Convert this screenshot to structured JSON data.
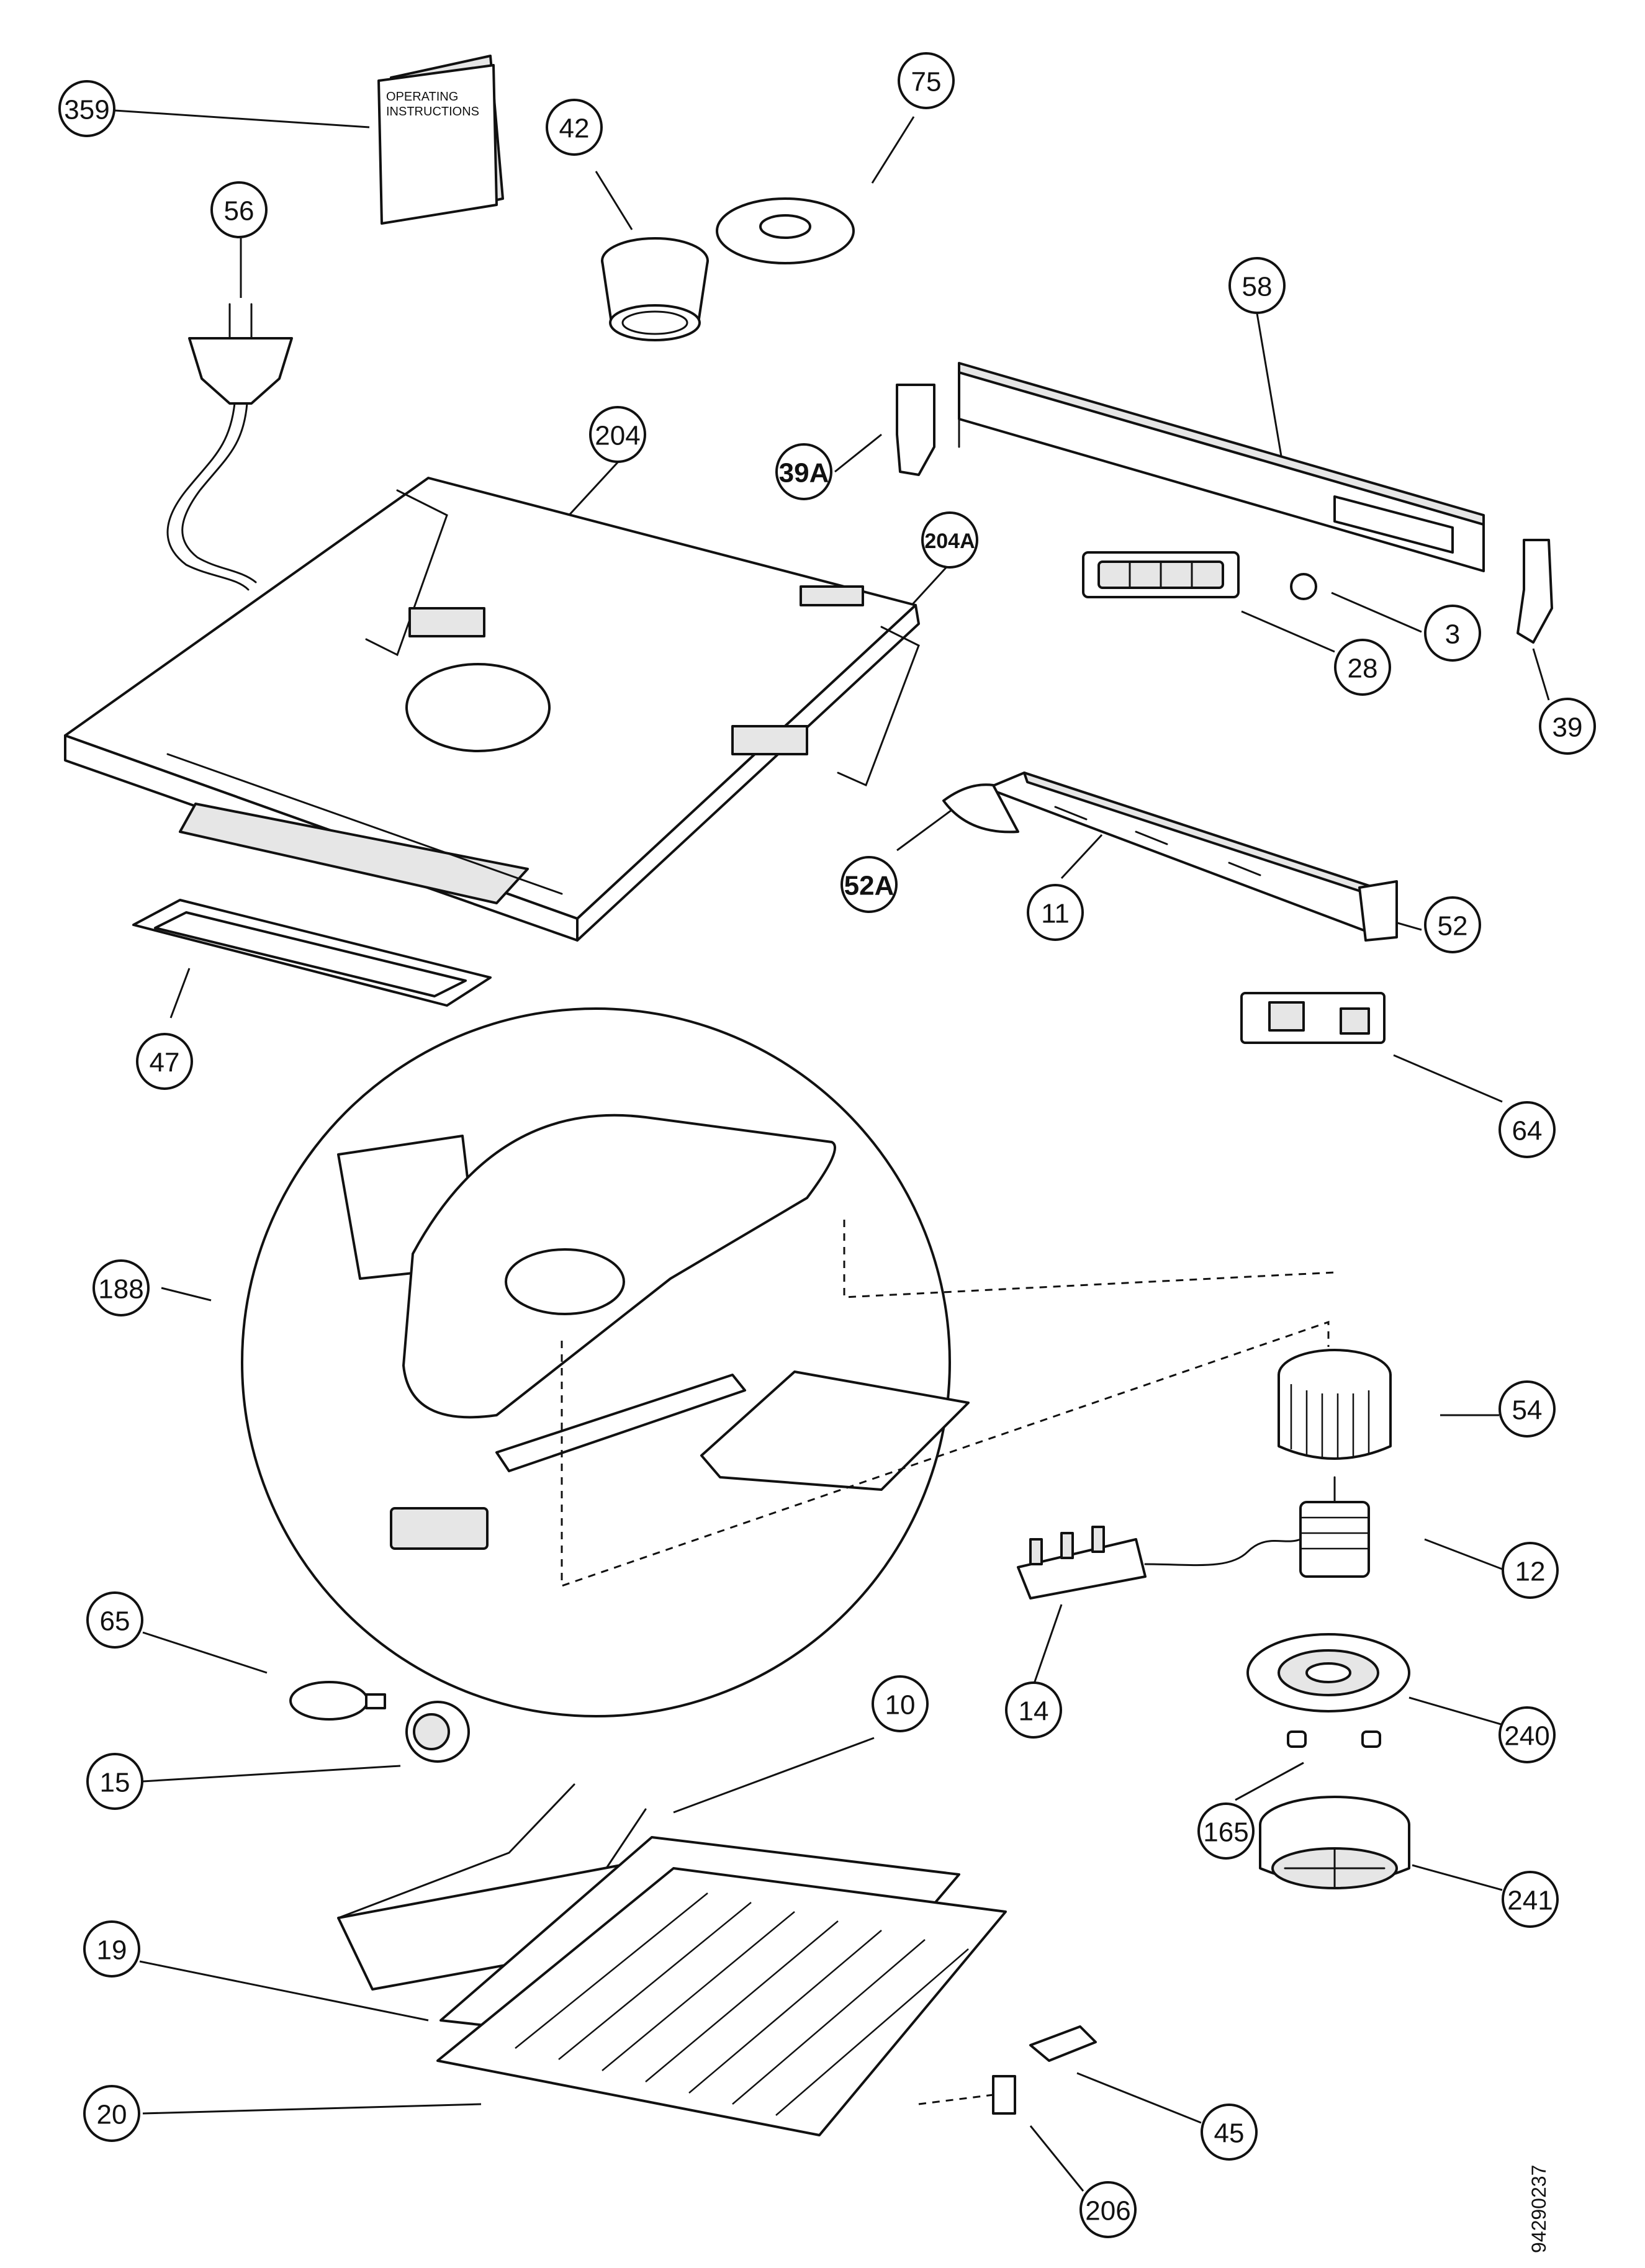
{
  "diagram": {
    "manual_text": [
      "OPERATING",
      "INSTRUCTIONS"
    ],
    "document_number": "94290237"
  },
  "callouts": [
    {
      "label": "359",
      "name": "callout-359"
    },
    {
      "label": "56",
      "name": "callout-56"
    },
    {
      "label": "42",
      "name": "callout-42"
    },
    {
      "label": "75",
      "name": "callout-75"
    },
    {
      "label": "58",
      "name": "callout-58"
    },
    {
      "label": "204",
      "name": "callout-204"
    },
    {
      "label": "39A",
      "name": "callout-39a",
      "bold": true
    },
    {
      "label": "204A",
      "name": "callout-204a",
      "small": true
    },
    {
      "label": "3",
      "name": "callout-3"
    },
    {
      "label": "28",
      "name": "callout-28"
    },
    {
      "label": "39",
      "name": "callout-39"
    },
    {
      "label": "52A",
      "name": "callout-52a",
      "bold": true
    },
    {
      "label": "11",
      "name": "callout-11"
    },
    {
      "label": "52",
      "name": "callout-52"
    },
    {
      "label": "47",
      "name": "callout-47"
    },
    {
      "label": "64",
      "name": "callout-64"
    },
    {
      "label": "188",
      "name": "callout-188"
    },
    {
      "label": "54",
      "name": "callout-54"
    },
    {
      "label": "12",
      "name": "callout-12"
    },
    {
      "label": "14",
      "name": "callout-14"
    },
    {
      "label": "65",
      "name": "callout-65"
    },
    {
      "label": "10",
      "name": "callout-10"
    },
    {
      "label": "240",
      "name": "callout-240"
    },
    {
      "label": "15",
      "name": "callout-15"
    },
    {
      "label": "165",
      "name": "callout-165"
    },
    {
      "label": "241",
      "name": "callout-241"
    },
    {
      "label": "19",
      "name": "callout-19"
    },
    {
      "label": "45",
      "name": "callout-45"
    },
    {
      "label": "20",
      "name": "callout-20"
    },
    {
      "label": "206",
      "name": "callout-206"
    }
  ]
}
